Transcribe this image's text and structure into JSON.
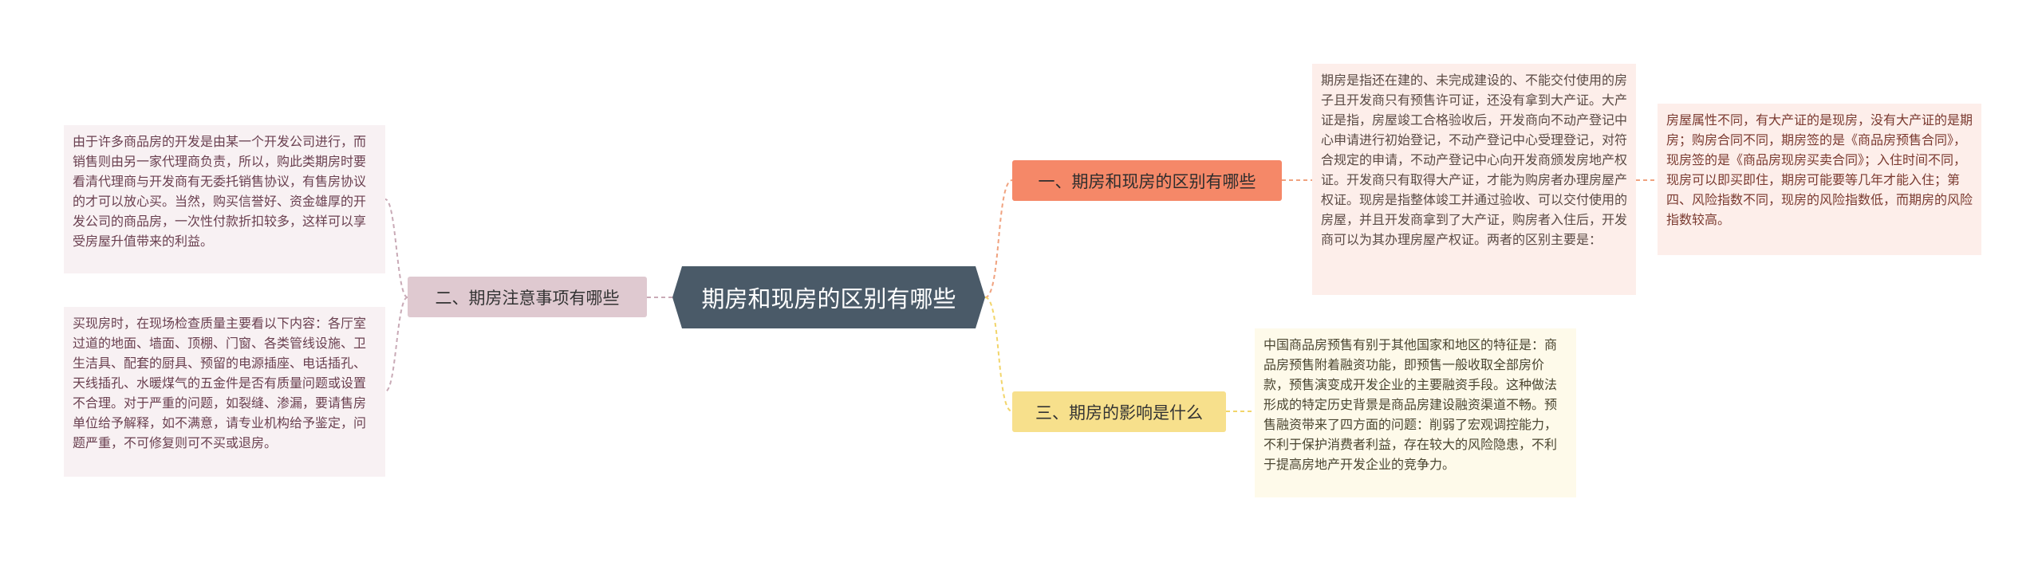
{
  "central": {
    "title": "期房和现房的区别有哪些"
  },
  "branches": [
    {
      "label": "一、期房和现房的区别有哪些",
      "text": "期房是指还在建的、未完成建设的、不能交付使用的房子且开发商只有预售许可证，还没有拿到大产证。大产证是指，房屋竣工合格验收后，开发商向不动产登记中心申请进行初始登记，不动产登记中心受理登记，对符合规定的申请，不动产登记中心向开发商颁发房地产权证。开发商只有取得大产证，才能为购房者办理房屋产权证。现房是指整体竣工并通过验收、可以交付使用的房屋，并且开发商拿到了大产证，购房者入住后，开发商可以为其办理房屋产权证。两者的区别主要是：",
      "detail": "房屋属性不同，有大产证的是现房，没有大产证的是期房；购房合同不同，期房签的是《商品房预售合同》，现房签的是《商品房现房买卖合同》；入住时间不同，现房可以即买即住，期房可能要等几年才能入住；第四、风险指数不同，现房的风险指数低，而期房的风险指数较高。"
    },
    {
      "label": "二、期房注意事项有哪些",
      "texts": [
        "由于许多商品房的开发是由某一个开发公司进行，而销售则由另一家代理商负责，所以，购此类期房时要看清代理商与开发商有无委托销售协议，有售房协议的才可以放心买。当然，购买信誉好、资金雄厚的开发公司的商品房，一次性付款折扣较多，这样可以享受房屋升值带来的利益。",
        "买现房时，在现场检查质量主要看以下内容：各厅室过道的地面、墙面、顶棚、门窗、各类管线设施、卫生洁具、配套的厨具、预留的电源插座、电话插孔、天线插孔、水暖煤气的五金件是否有质量问题或设置不合理。对于严重的问题，如裂缝、渗漏，要请售房单位给予解释，如不满意，请专业机构给予鉴定，问题严重，不可修复则可不买或退房。"
      ]
    },
    {
      "label": "三、期房的影响是什么",
      "text": "中国商品房预售有别于其他国家和地区的特征是：商品房预售附着融资功能，即预售一般收取全部房价款，预售演变成开发企业的主要融资手段。这种做法形成的特定历史背景是商品房建设融资渠道不畅。预售融资带来了四方面的问题：削弱了宏观调控能力，不利于保护消费者利益，存在较大的风险隐患，不利于提高房地产开发企业的竞争力。"
    }
  ],
  "colors": {
    "central": "#4a5a68",
    "branch1": "#f58868",
    "branch2": "#dfc9d0",
    "branch3": "#f7e08c",
    "leaf1": "#fdeeea",
    "leaf2": "#f8f1f3",
    "leaf3": "#fefaea"
  }
}
